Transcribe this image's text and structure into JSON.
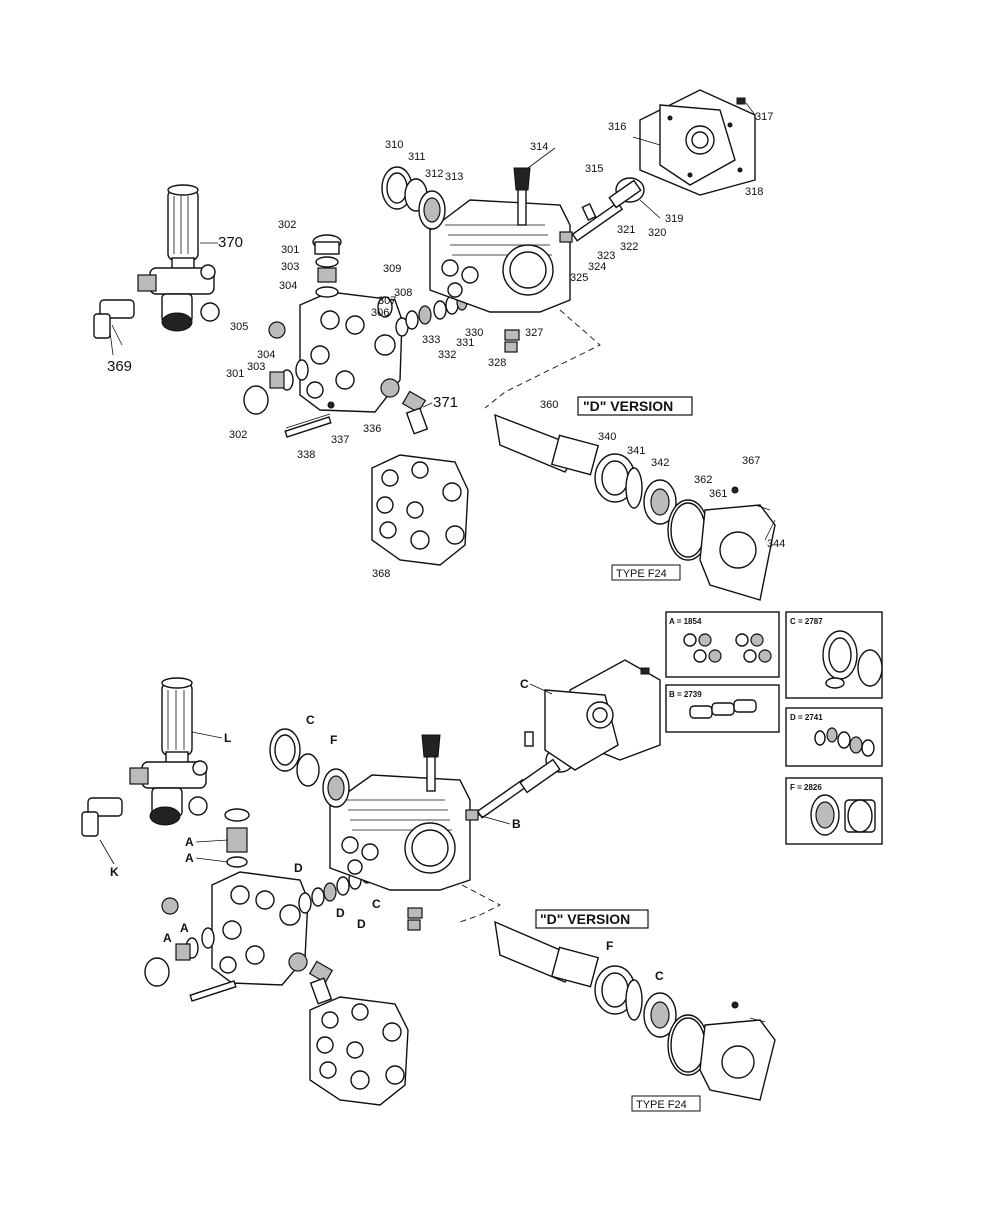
{
  "top_diagram": {
    "callouts": [
      "310",
      "311",
      "312",
      "313",
      "314",
      "315",
      "316",
      "317",
      "318",
      "319",
      "320",
      "321",
      "322",
      "323",
      "324",
      "325",
      "302",
      "301",
      "303",
      "304",
      "370",
      "309",
      "308",
      "307",
      "306",
      "305",
      "333",
      "332",
      "331",
      "330",
      "327",
      "328",
      "304",
      "303",
      "301",
      "369",
      "302",
      "371",
      "337",
      "336",
      "338",
      "360",
      "340",
      "341",
      "342",
      "362",
      "367",
      "361",
      "344",
      "368"
    ],
    "version_label": "\"D\" VERSION",
    "type_label": "TYPE F24"
  },
  "bottom_diagram": {
    "letters": [
      "L",
      "K",
      "C",
      "F",
      "C",
      "B",
      "A",
      "A",
      "D",
      "D",
      "D",
      "C",
      "A",
      "A",
      "F",
      "C"
    ],
    "version_label": "\"D\" VERSION",
    "type_label": "TYPE F24"
  },
  "kits": [
    {
      "label": "A = 1854"
    },
    {
      "label": "C = 2787"
    },
    {
      "label": "B = 2739"
    },
    {
      "label": "D = 2741"
    },
    {
      "label": "F = 2826"
    }
  ]
}
